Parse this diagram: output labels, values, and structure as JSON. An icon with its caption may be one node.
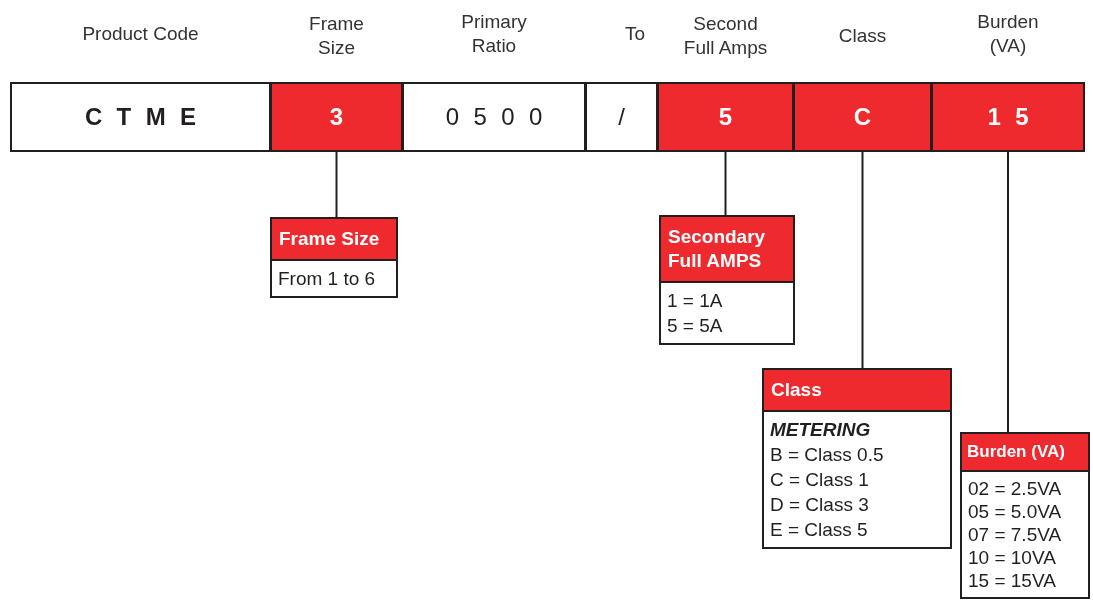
{
  "diagram": {
    "nodes": [
      {
        "text": [
          "Product Code",
          "CTME"
        ]
      },
      {
        "text": [
          "Frame Size",
          "3"
        ]
      },
      {
        "text": [
          "Primary Ratio",
          "0500"
        ]
      },
      {
        "text": [
          "To",
          "/"
        ]
      },
      {
        "text": [
          "Second Full Amps",
          "5"
        ]
      },
      {
        "text": [
          "Class",
          "C"
        ]
      },
      {
        "text": [
          "Burden (VA)",
          "15"
        ]
      },
      {
        "text": [
          "Frame Size",
          "From 1 to 6"
        ]
      },
      {
        "text": [
          "Secondary Full AMPS",
          "1 = 1A",
          "5 = 5A"
        ]
      },
      {
        "text": [
          "Class",
          "METERING",
          "B  = Class 0.5",
          "C = Class 1",
          "D = Class 3",
          "E  = Class 5"
        ]
      },
      {
        "text": [
          "Burden (VA)",
          "02 = 2.5VA",
          "05 = 5.0VA",
          "07 = 7.5VA",
          "10 = 10VA",
          "15 = 15VA"
        ]
      }
    ],
    "edges": [
      {
        "from": 1,
        "to": 7,
        "arrow": "none"
      },
      {
        "from": 4,
        "to": 8,
        "arrow": "none"
      },
      {
        "from": 5,
        "to": 9,
        "arrow": "none"
      },
      {
        "from": 6,
        "to": 10,
        "arrow": "none"
      }
    ]
  }
}
